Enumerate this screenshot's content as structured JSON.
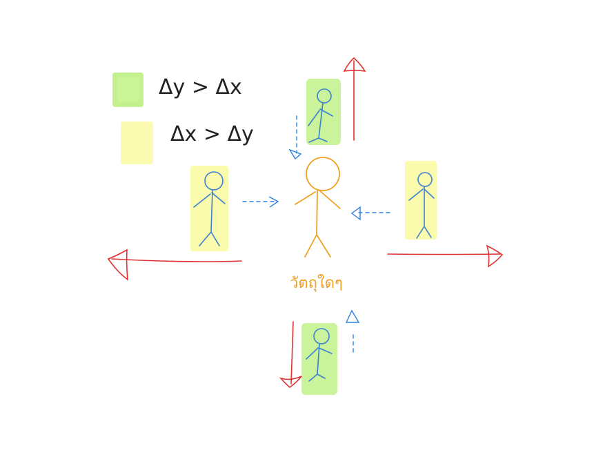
{
  "legend": {
    "items": [
      {
        "label": "Δy > Δx",
        "swatch_color": "#b8ef7a"
      },
      {
        "label": "Δx > Δy",
        "swatch_color": "#fbfbaa"
      }
    ]
  },
  "center": {
    "label": "วัตถุใดๆ",
    "color": "#f0a020"
  },
  "colors": {
    "axis": "#e03030",
    "figure": "#3a7fd0",
    "dash": "#2a80e0",
    "vertical_zone": "#b8ef7a",
    "horizontal_zone": "#fbfbaa"
  },
  "figures": [
    {
      "id": "top",
      "zone": "vertical",
      "direction": "up"
    },
    {
      "id": "left",
      "zone": "horizontal",
      "direction": "left"
    },
    {
      "id": "right",
      "zone": "horizontal",
      "direction": "right"
    },
    {
      "id": "bottom",
      "zone": "vertical",
      "direction": "down"
    }
  ]
}
